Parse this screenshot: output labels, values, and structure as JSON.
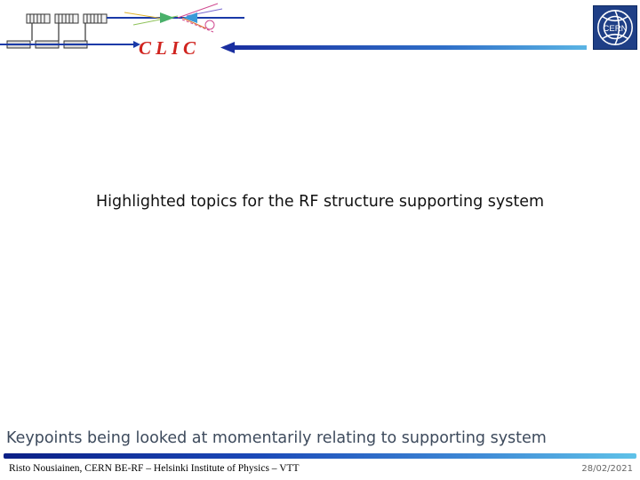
{
  "header": {
    "banner_text": "CLIC",
    "logo_text": "CERN",
    "arrow_colors": [
      "#1a3aa8",
      "#4aa0dd"
    ],
    "accent_red": "#d0241f"
  },
  "slide": {
    "title": "Highlighted topics for the RF structure supporting system",
    "subtitle": "Keypoints being looked at momentarily relating to supporting system"
  },
  "footer": {
    "author": "Risto Nousiainen, CERN BE-RF – Helsinki Institute of Physics – VTT",
    "date": "28/02/2021"
  }
}
